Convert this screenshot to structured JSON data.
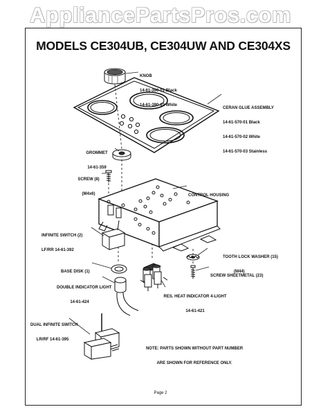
{
  "watermark": "AppliancePartsPros.com",
  "title": "MODELS CE304UB, CE304UW AND CE304XS",
  "parts": {
    "knob": {
      "name": "KNOB",
      "lines": [
        "14-61-390-01 Black",
        "14-61-390-02 White"
      ]
    },
    "ceran": {
      "name": "CERAN GLUE ASSEMBLY",
      "lines": [
        "14-61-570-01 Black",
        "14-61-570-02 White",
        "14-61-570-03 Stainless"
      ]
    },
    "grommet": {
      "name": "GROMMET",
      "lines": [
        "14-61-359"
      ]
    },
    "screw": {
      "name": "SCREW (8)",
      "lines": [
        "(M4x6)"
      ]
    },
    "control_housing": {
      "name": "CONTROL HOUSING"
    },
    "infinite_switch": {
      "name": "INFINITE SWITCH (2)",
      "lines": [
        "LF/RR 14-61-392"
      ]
    },
    "tooth_washer": {
      "name": "TOOTH LOCK WASHER (15)",
      "lines": [
        "(M44)"
      ]
    },
    "screw_sheetmetal": {
      "name": "SCREW SHEETMETAL (23)"
    },
    "base_disk": {
      "name": "BASE DISK (1)"
    },
    "double_light": {
      "name": "DOUBLE INDICATOR LIGHT",
      "lines": [
        "14-61-424"
      ]
    },
    "res_heat": {
      "name": "RES. HEAT INDICATOR 4-LIGHT",
      "lines": [
        "14-61-421"
      ]
    },
    "dual_switch": {
      "name": "DUAL INFINITE SWITCH",
      "lines": [
        "LR/RF 14-61-395"
      ]
    }
  },
  "note": [
    "NOTE: PARTS SHOWN WITHOUT PART NUMBER",
    "ARE SHOWN FOR REFERENCE ONLY."
  ],
  "page_label": "Page 2"
}
